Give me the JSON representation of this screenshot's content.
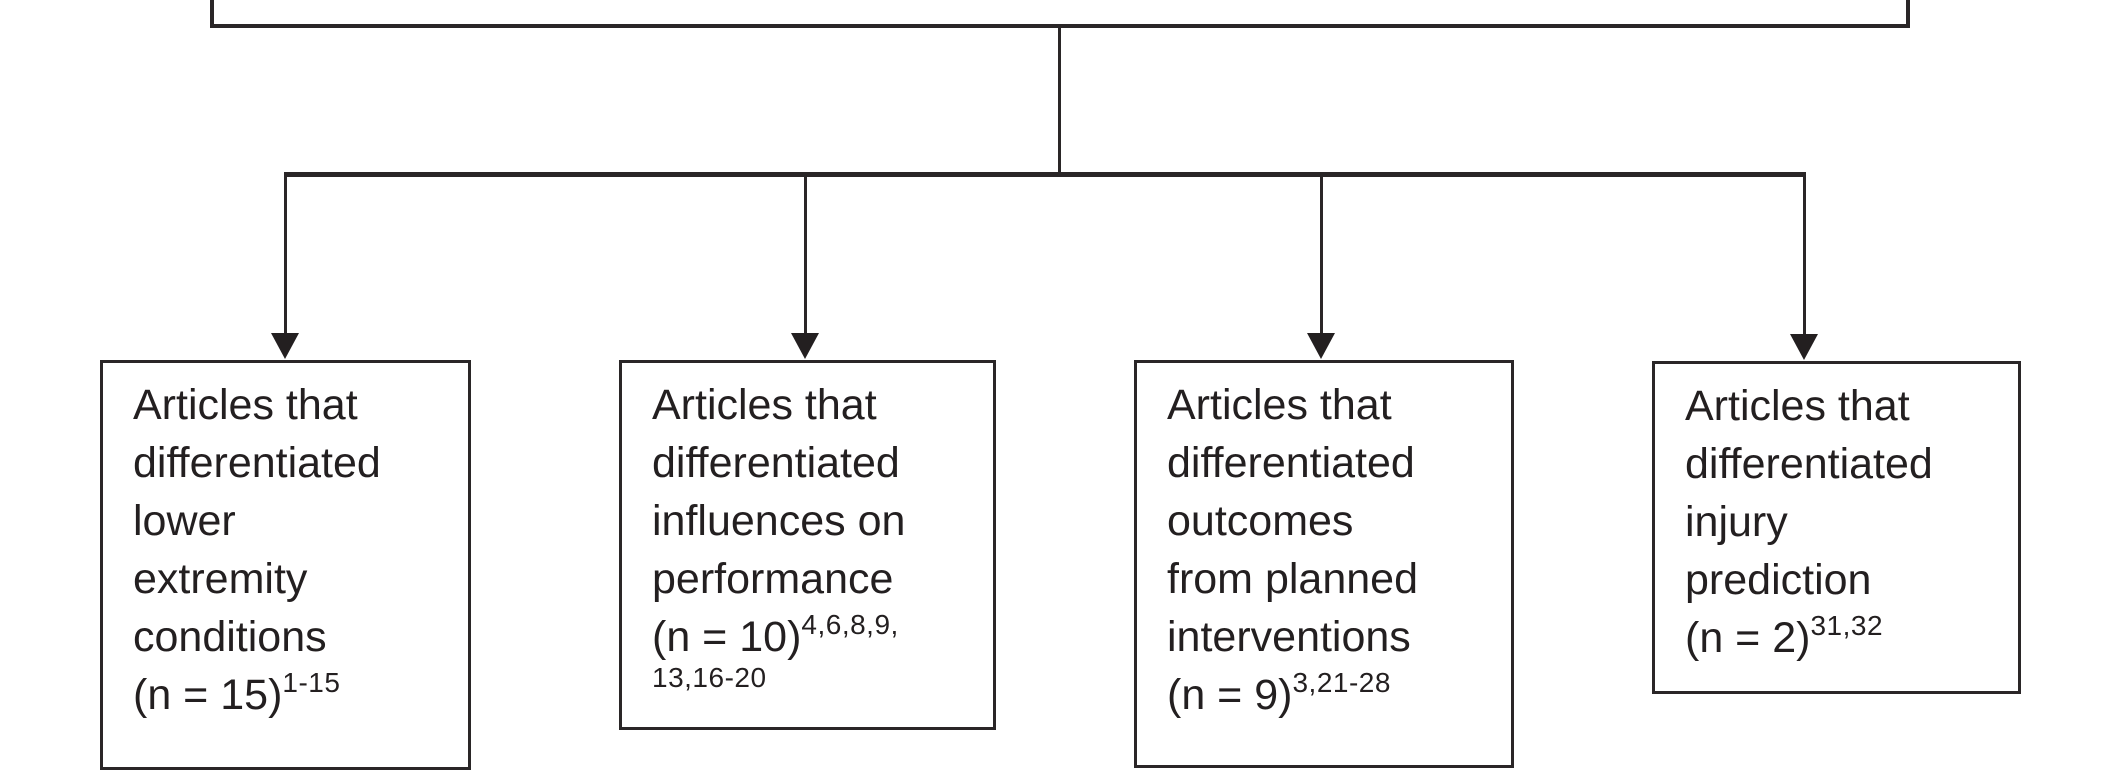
{
  "diagram": {
    "type": "flowchart",
    "colors": {
      "background": "#ffffff",
      "line": "#2a2627",
      "text": "#231f20"
    },
    "parent_box_visible_text": ""
  },
  "boxes": [
    {
      "name": "lower-extremity-conditions",
      "lines": [
        "Articles that",
        "differentiated",
        "lower",
        "extremity",
        "conditions"
      ],
      "n_base": "(n = 15)",
      "n_sup": "1-15"
    },
    {
      "name": "influences-on-performance",
      "lines": [
        "Articles that",
        "differentiated",
        "influences on",
        "performance"
      ],
      "n_base": "(n = 10)",
      "n_sup": "4,6,8,9,",
      "sup_cont": "13,16-20"
    },
    {
      "name": "outcomes-from-planned-interventions",
      "lines": [
        "Articles that",
        "differentiated",
        "outcomes",
        "from planned",
        "interventions"
      ],
      "n_base": "(n = 9)",
      "n_sup": "3,21-28"
    },
    {
      "name": "injury-prediction",
      "lines": [
        "Articles that",
        "differentiated",
        "injury",
        "prediction"
      ],
      "n_base": "(n = 2)",
      "n_sup": "31,32"
    }
  ]
}
